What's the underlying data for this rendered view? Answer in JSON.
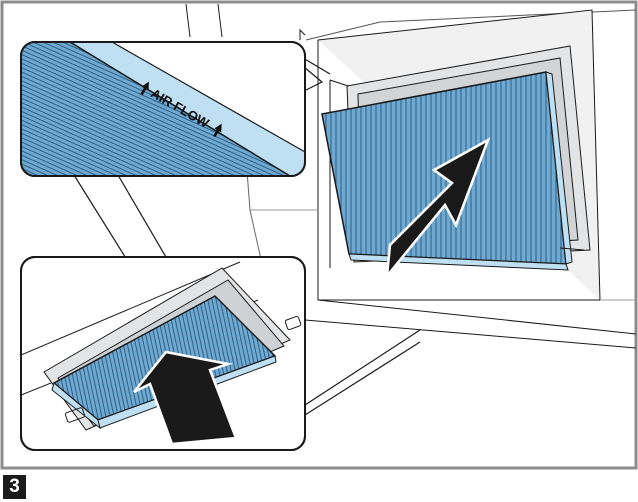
{
  "figure": {
    "label_air_flow": "AIR FLOW",
    "step_number": "3"
  },
  "colors": {
    "frame": "#8c8c8c",
    "filter_blue": "#6fa9d2",
    "filter_light_blue": "#bfe0f3",
    "filter_stripe": "#2e5f82",
    "arrow": "#1a1a1a",
    "wall_gray": "#e3e4e5",
    "badge": "#1a1a1a"
  },
  "icons": {
    "insert_arrow": "up-right-arrow",
    "airflow_arrow": "up-arrow"
  }
}
